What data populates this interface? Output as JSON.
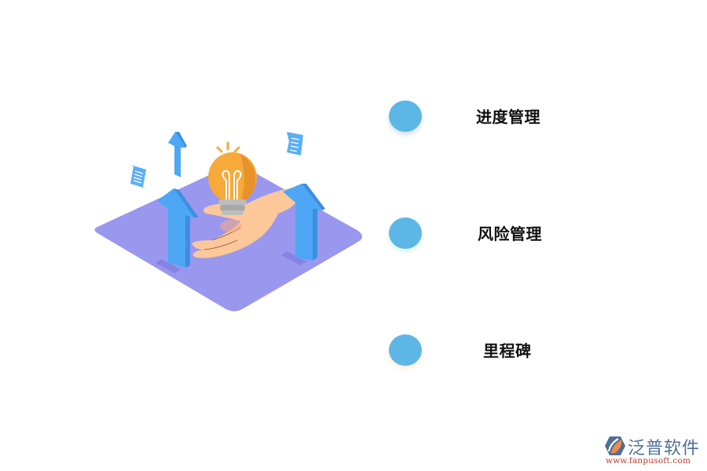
{
  "illustration": {
    "description": "isometric purple platform with hand holding lightbulb and blue upward arrows",
    "colors": {
      "platform": "#9a97ef",
      "arrow": "#4ea7f5",
      "arrow_side": "#3b8fe0",
      "bulb": "#f6aa3a",
      "bulb_shade": "#e8922a",
      "hand": "#fcc89a",
      "paper": "#5aaef5"
    }
  },
  "items": [
    {
      "label": "进度管理",
      "dot_color": "#5db7e6"
    },
    {
      "label": "风险管理",
      "dot_color": "#5db7e6"
    },
    {
      "label": "里程碑",
      "dot_color": "#5db7e6"
    }
  ],
  "logo": {
    "name": "泛普软件",
    "url": "www.fanpusoft.com",
    "name_color": "#4f6f96",
    "url_color": "#c0392b",
    "icon_colors": [
      "#4f6f96",
      "#f08a4b"
    ]
  }
}
